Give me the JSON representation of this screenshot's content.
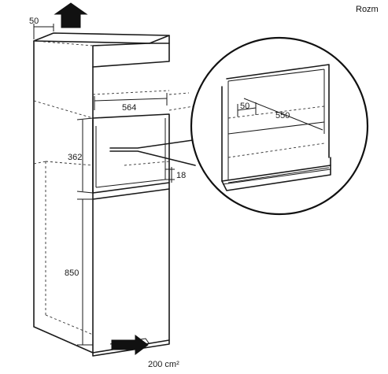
{
  "header": {
    "text": "Rozm"
  },
  "dimensions": {
    "top_gap": "50",
    "niche_width": "564",
    "niche_height": "362",
    "shelf_thickness": "18",
    "lower_height": "850",
    "detail_offset": "50",
    "detail_depth": "550",
    "vent_area": "200 cm²"
  },
  "icons": {
    "top_airflow": "up-arrow-icon",
    "bottom_airflow": "right-arrow-icon"
  },
  "colors": {
    "line": "#1a1a1a",
    "background": "#ffffff"
  }
}
